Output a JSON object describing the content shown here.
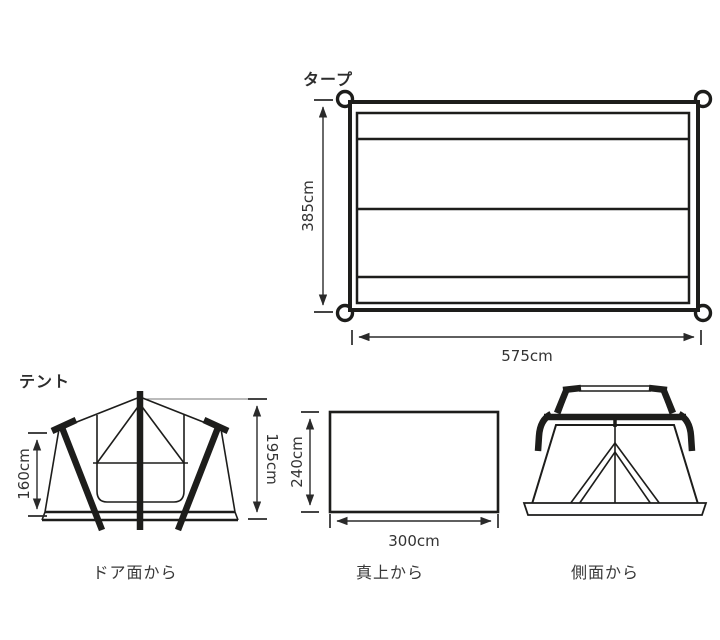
{
  "colors": {
    "line": "#1d1d1b",
    "text": "#333333",
    "background": "#ffffff"
  },
  "tarp": {
    "title": "タープ",
    "dimensions": {
      "height": "385cm",
      "width": "575cm"
    }
  },
  "tent": {
    "title": "テント",
    "front_view": {
      "caption": "ドア面から",
      "wall_height": "160cm",
      "total_height": "195cm"
    },
    "top_view": {
      "caption": "真上から",
      "depth": "240cm",
      "width": "300cm"
    },
    "side_view": {
      "caption": "側面から"
    }
  }
}
